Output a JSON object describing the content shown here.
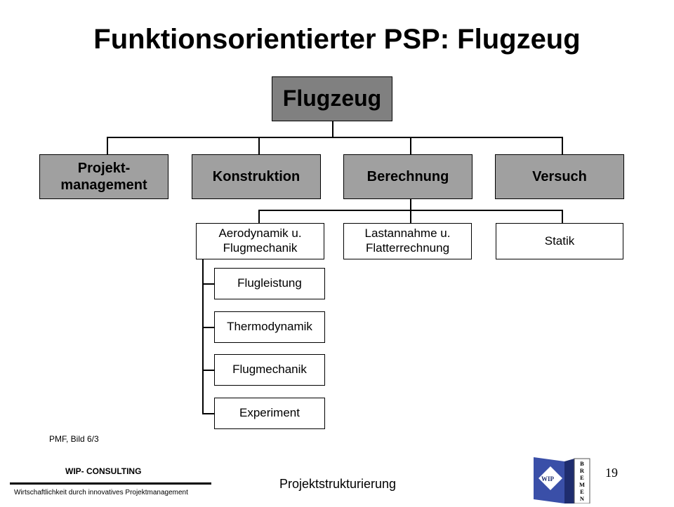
{
  "title": "Funktionsorientierter PSP: Flugzeug",
  "root": "Flugzeug",
  "level1": [
    "Projekt-\nmanagement",
    "Konstruktion",
    "Berechnung",
    "Versuch"
  ],
  "level2": [
    "Aerodynamik u.\nFlugmechanik",
    "Lastannahme u.\nFlatterrechnung",
    "Statik"
  ],
  "level3": [
    "Flugleistung",
    "Thermodynamik",
    "Flugmechanik",
    "Experiment"
  ],
  "source_note": "PMF, Bild 6/3",
  "footer": {
    "company": "WIP- CONSULTING",
    "tagline": "Wirtschaftlichkeit durch innovatives Projektmanagement",
    "section": "Projektstrukturierung",
    "page": "19",
    "logo_text": "WIP",
    "logo_letters": [
      "B",
      "R",
      "E",
      "M",
      "E",
      "N"
    ]
  },
  "colors": {
    "root": "#808080",
    "level1": "#a0a0a0",
    "logo_blue": "#3a4fa8"
  }
}
